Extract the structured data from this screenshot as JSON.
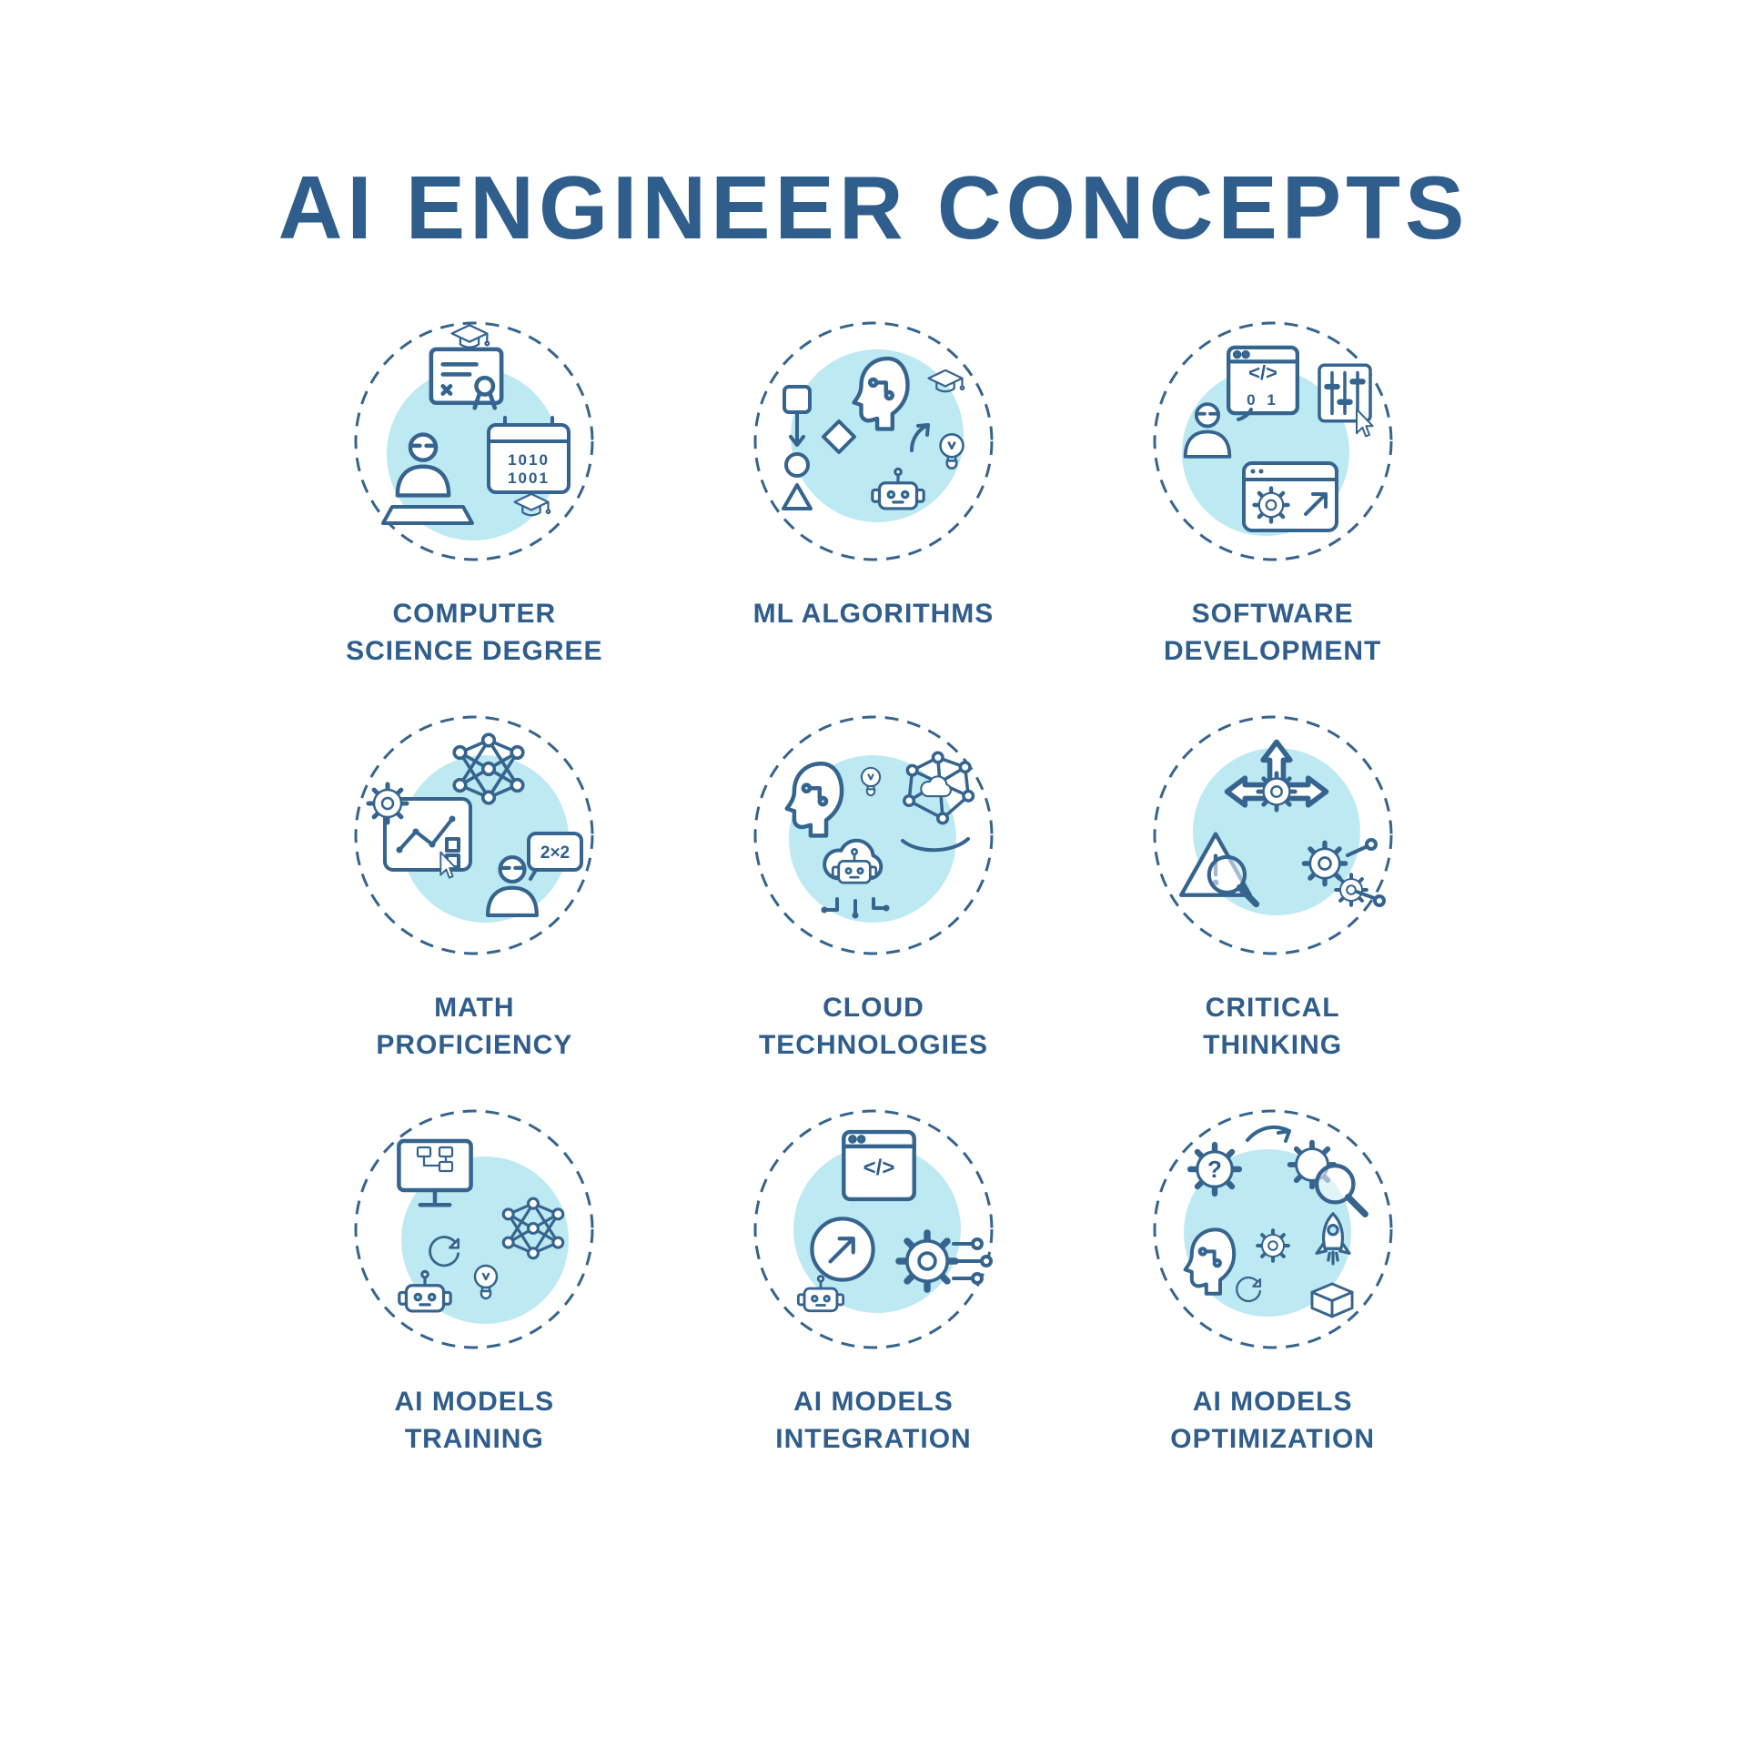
{
  "title": "AI ENGINEER CONCEPTS",
  "colors": {
    "accent": "#2F5D8C",
    "line": "#35648F",
    "accent_light": "#BDE9F2",
    "background": "#FFFFFF"
  },
  "concepts": [
    {
      "label": "COMPUTER SCIENCE DEGREE",
      "lines": [
        "COMPUTER",
        "SCIENCE DEGREE"
      ],
      "icons": [
        "certificate-icon",
        "graduation-cap-icon",
        "binary-calendar-icon",
        "student-icon",
        "laptop-icon"
      ],
      "texts": {
        "binary1": "1010",
        "binary2": "1001"
      }
    },
    {
      "label": "ML ALGORITHMS",
      "lines": [
        "ML ALGORITHMS"
      ],
      "icons": [
        "flowchart-icon",
        "ai-head-icon",
        "graduation-cap-icon",
        "robot-icon",
        "lightbulb-icon",
        "curved-arrow-icon"
      ]
    },
    {
      "label": "SOFTWARE DEVELOPMENT",
      "lines": [
        "SOFTWARE",
        "DEVELOPMENT"
      ],
      "icons": [
        "code-window-icon",
        "developer-icon",
        "settings-sliders-icon",
        "hand-cursor-icon",
        "browser-gear-icon"
      ],
      "texts": {
        "code": "</>",
        "binary": "0 1"
      }
    },
    {
      "label": "MATH PROFICIENCY",
      "lines": [
        "MATH",
        "PROFICIENCY"
      ],
      "icons": [
        "neural-network-icon",
        "math-board-icon",
        "gear-icon",
        "hand-cursor-icon",
        "teacher-icon",
        "equation-bubble-icon"
      ],
      "texts": {
        "equation": "2×2"
      }
    },
    {
      "label": "CLOUD TECHNOLOGIES",
      "lines": [
        "CLOUD",
        "TECHNOLOGIES"
      ],
      "icons": [
        "ai-head-icon",
        "lightbulb-icon",
        "network-mesh-icon",
        "cloud-robot-icon"
      ]
    },
    {
      "label": "CRITICAL THINKING",
      "lines": [
        "CRITICAL",
        "THINKING"
      ],
      "icons": [
        "direction-arrows-icon",
        "gear-icon",
        "warning-magnifier-icon",
        "gears-network-icon"
      ]
    },
    {
      "label": "AI MODELS TRAINING",
      "lines": [
        "AI MODELS",
        "TRAINING"
      ],
      "icons": [
        "monitor-flowchart-icon",
        "neural-network-icon",
        "refresh-arrow-icon",
        "robot-icon",
        "lightbulb-icon"
      ]
    },
    {
      "label": "AI MODELS INTEGRATION",
      "lines": [
        "AI MODELS",
        "INTEGRATION"
      ],
      "icons": [
        "code-window-icon",
        "launch-arrow-icon",
        "robot-icon",
        "gear-connections-icon"
      ],
      "texts": {
        "code": "</>"
      }
    },
    {
      "label": "AI MODELS OPTIMIZATION",
      "lines": [
        "AI MODELS",
        "OPTIMIZATION"
      ],
      "icons": [
        "question-gear-icon",
        "inspect-gear-icon",
        "curved-arrow-icon",
        "ai-head-refresh-icon",
        "gear-icon",
        "rocket-box-icon"
      ],
      "texts": {
        "question": "?"
      }
    }
  ]
}
